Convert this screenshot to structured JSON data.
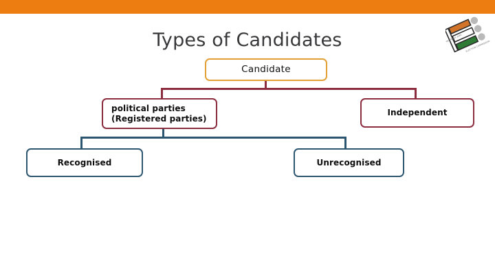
{
  "slide": {
    "title": "Types of Candidates",
    "background_color": "#ffffff",
    "top_band_color": "#ED7D11"
  },
  "logo": {
    "name": "election-commission-of-india-logo",
    "colors": [
      "#D1742A",
      "#ffffff",
      "#2F7A35",
      "#B0B0B0"
    ]
  },
  "colors": {
    "orange": "#E2A034",
    "maroon": "#8C2C3F",
    "teal": "#2C5570",
    "title": "#38383A",
    "band": "#ED7D11"
  },
  "diagram": {
    "type": "hierarchy",
    "nodes": [
      {
        "id": "candidate",
        "label": "Candidate",
        "level": 0,
        "border_color": "#E2A034"
      },
      {
        "id": "political-parties",
        "label": "political parties\n(Registered parties)",
        "level": 1,
        "border_color": "#8C2C3F"
      },
      {
        "id": "independent",
        "label": "Independent",
        "level": 1,
        "border_color": "#8C2C3F"
      },
      {
        "id": "recognised",
        "label": "Recognised",
        "level": 2,
        "border_color": "#2C5570"
      },
      {
        "id": "unrecognised",
        "label": "Unrecognised",
        "level": 2,
        "border_color": "#2C5570"
      }
    ],
    "edges": [
      {
        "from": "candidate",
        "to": "political-parties",
        "color": "#8C2C3F"
      },
      {
        "from": "candidate",
        "to": "independent",
        "color": "#8C2C3F"
      },
      {
        "from": "political-parties",
        "to": "recognised",
        "color": "#2C5570"
      },
      {
        "from": "political-parties",
        "to": "unrecognised",
        "color": "#2C5570"
      }
    ]
  }
}
